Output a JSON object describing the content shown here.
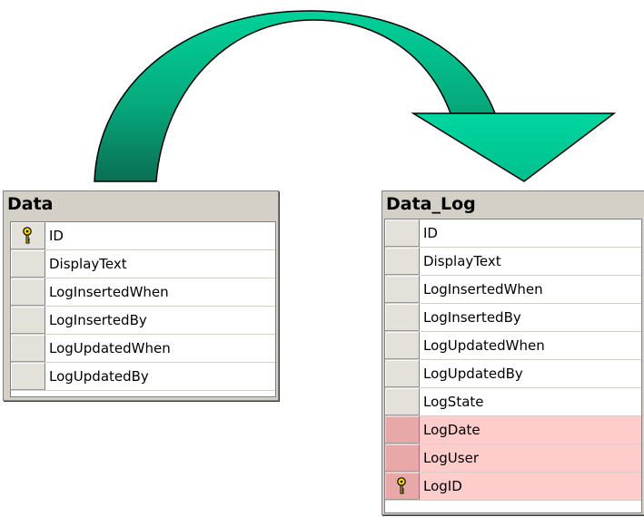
{
  "source_table": {
    "title": "Data",
    "columns": [
      {
        "name": "ID",
        "primary_key": true
      },
      {
        "name": "DisplayText",
        "primary_key": false
      },
      {
        "name": "LogInsertedWhen",
        "primary_key": false
      },
      {
        "name": "LogInsertedBy",
        "primary_key": false
      },
      {
        "name": "LogUpdatedWhen",
        "primary_key": false
      },
      {
        "name": "LogUpdatedBy",
        "primary_key": false
      }
    ]
  },
  "target_table": {
    "title": "Data_Log",
    "columns": [
      {
        "name": "ID",
        "primary_key": false,
        "added": false
      },
      {
        "name": "DisplayText",
        "primary_key": false,
        "added": false
      },
      {
        "name": "LogInsertedWhen",
        "primary_key": false,
        "added": false
      },
      {
        "name": "LogInsertedBy",
        "primary_key": false,
        "added": false
      },
      {
        "name": "LogUpdatedWhen",
        "primary_key": false,
        "added": false
      },
      {
        "name": "LogUpdatedBy",
        "primary_key": false,
        "added": false
      },
      {
        "name": "LogState",
        "primary_key": false,
        "added": false
      },
      {
        "name": "LogDate",
        "primary_key": false,
        "added": true
      },
      {
        "name": "LogUser",
        "primary_key": false,
        "added": true
      },
      {
        "name": "LogID",
        "primary_key": true,
        "added": true
      }
    ]
  },
  "arrow": {
    "icon": "curved-arrow-icon",
    "fill_top": "#00c890",
    "fill_bottom": "#0a7a5c",
    "outline": "#000000"
  },
  "colors": {
    "table_frame": "#d4d0c8",
    "added_row_highlight": "#ffcccc",
    "key_icon": "#e8c800"
  }
}
